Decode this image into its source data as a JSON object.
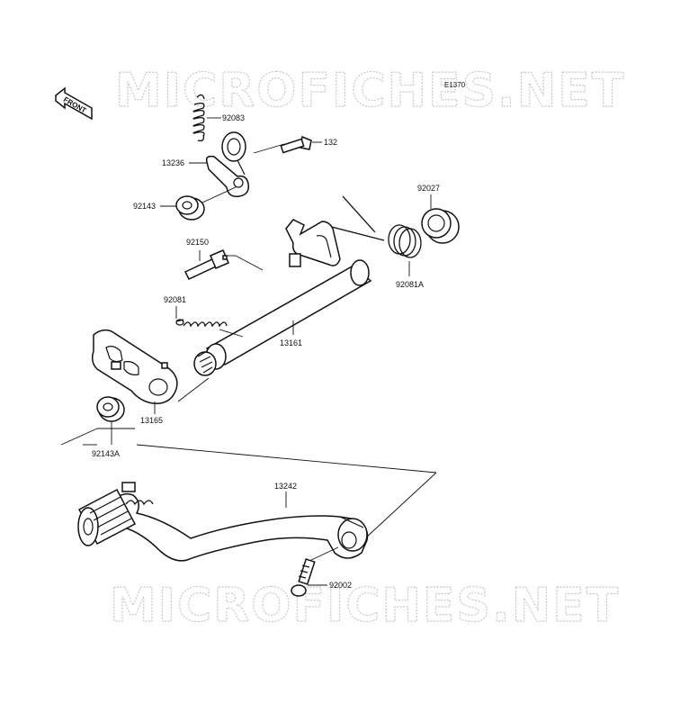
{
  "watermark": {
    "top_text": "MICROFICHES.NET",
    "bottom_text": "MICROFICHES.NET"
  },
  "diagram_code": "E1370",
  "front_arrow": {
    "label": "FRONT",
    "icon": "front-arrow-icon"
  },
  "callouts": {
    "p92083": "92083",
    "p132": "132",
    "p13236": "13236",
    "p92143": "92143",
    "p92027": "92027",
    "p92150": "92150",
    "p92081A": "92081A",
    "p92081": "92081",
    "p13161": "13161",
    "p13165": "13165",
    "p92143A": "92143A",
    "p13242": "13242",
    "p92002": "92002"
  }
}
